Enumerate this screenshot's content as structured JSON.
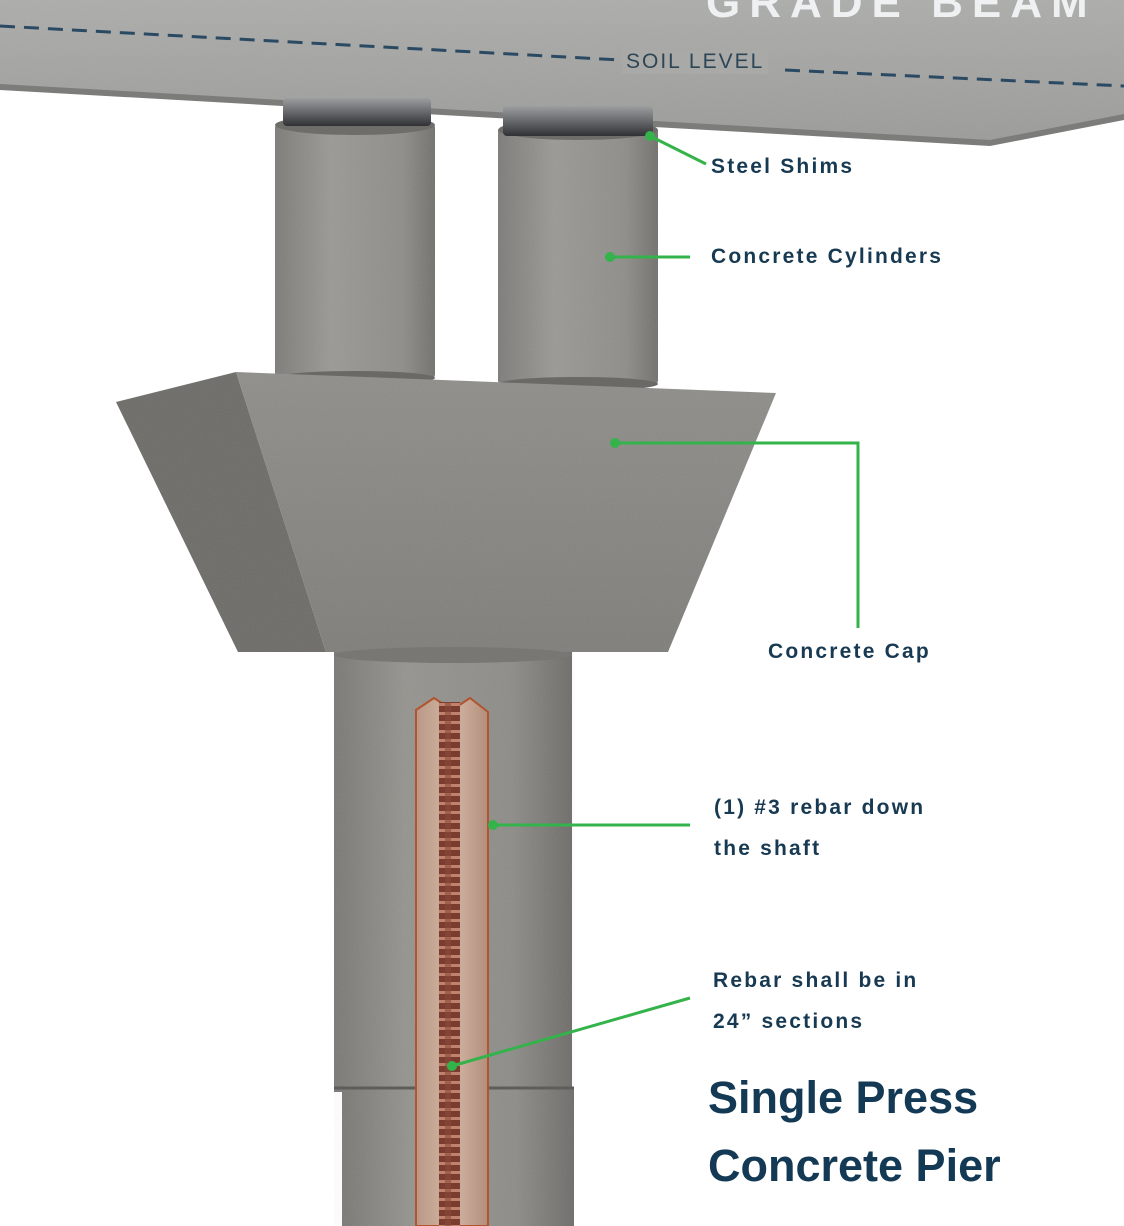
{
  "beam": {
    "label": "GRADE BEAM"
  },
  "soil": {
    "label": "SOIL LEVEL"
  },
  "callouts": {
    "steel_shims": "Steel Shims",
    "concrete_cylinders": "Concrete Cylinders",
    "concrete_cap": "Concrete Cap",
    "rebar_line1": "(1) #3 rebar down",
    "rebar_line2": "the shaft",
    "sections_line1": "Rebar shall be in",
    "sections_line2": "24” sections"
  },
  "title": {
    "line1": "Single Press",
    "line2": "Concrete Pier"
  },
  "colors": {
    "concrete": "#8c8b87",
    "beam": "#a4a4a2",
    "leader": "#33b34a",
    "label_text": "#173a52",
    "rebar_sleeve": "#c9a08d",
    "rebar": "#8a4a3a",
    "soil_line": "#2a4a63"
  }
}
